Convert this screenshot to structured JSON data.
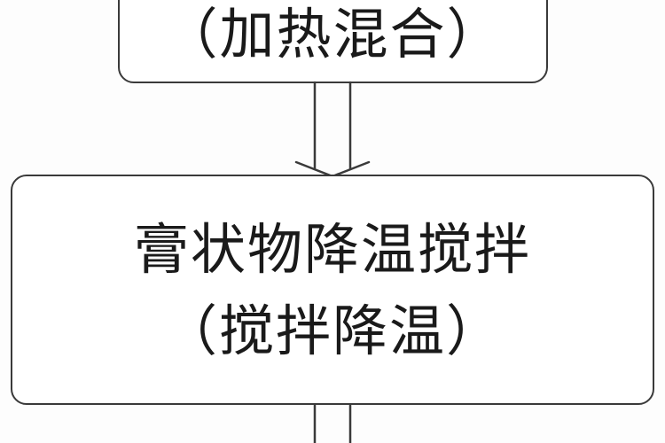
{
  "diagram": {
    "type": "flowchart",
    "steps": [
      {
        "id": "step-heating-mixing",
        "lines": [
          "",
          "（加热混合）"
        ],
        "visible_text": "（加热混合）"
      },
      {
        "id": "step-paste-cooling-stirring",
        "lines": [
          "膏状物降温搅拌",
          "（搅拌降温）"
        ]
      }
    ],
    "arrows": [
      {
        "from": "step-heating-mixing",
        "to": "step-paste-cooling-stirring",
        "style": "double-line-hollow-arrow"
      },
      {
        "from": "step-paste-cooling-stirring",
        "to": "next-step",
        "style": "double-line-connector"
      }
    ],
    "colors": {
      "stroke": "#3a3a3a",
      "text": "#1a1a1a",
      "background": "#ffffff"
    }
  }
}
